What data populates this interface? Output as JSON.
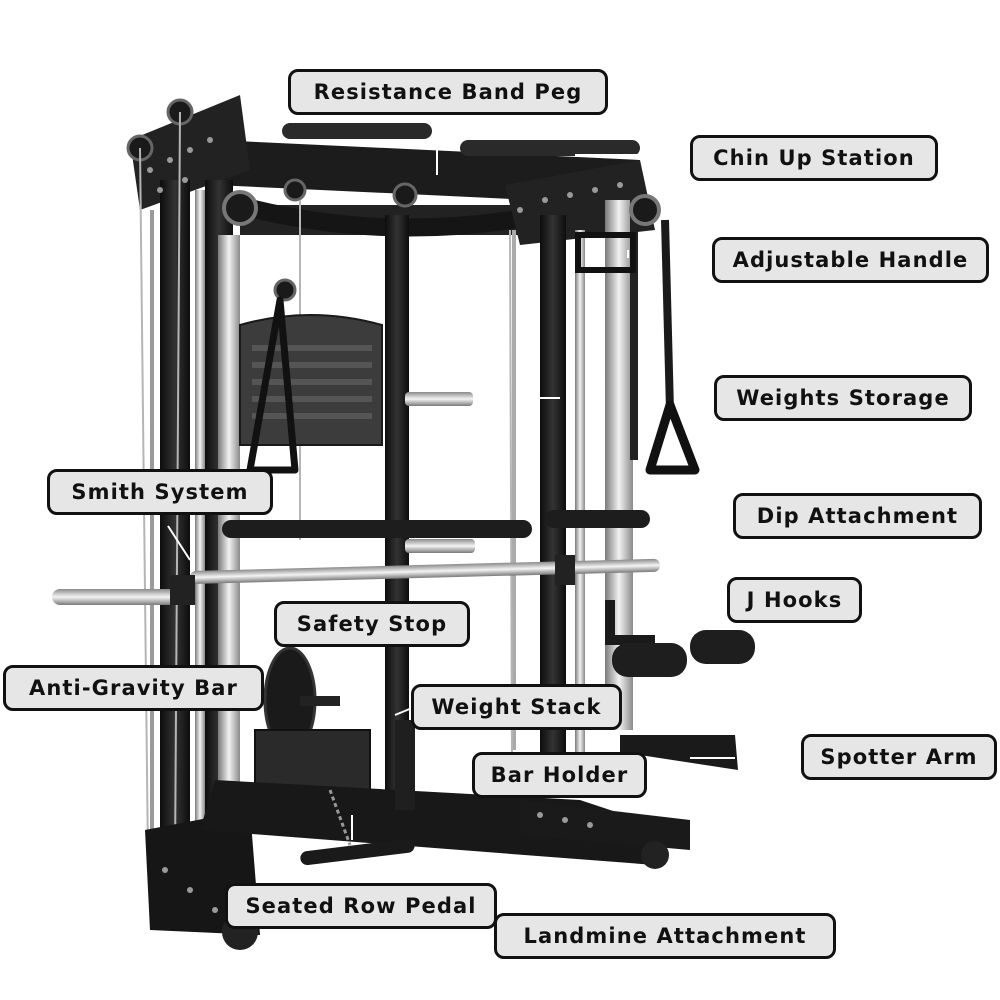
{
  "diagram": {
    "labels": {
      "resistance_band_peg": "Resistance Band Peg",
      "chin_up_station": "Chin Up Station",
      "adjustable_handle": "Adjustable Handle",
      "weights_storage": "Weights Storage",
      "smith_system": "Smith System",
      "dip_attachment": "Dip Attachment",
      "j_hooks": "J Hooks",
      "safety_stop": "Safety Stop",
      "anti_gravity_bar": "Anti-Gravity Bar",
      "weight_stack": "Weight Stack",
      "bar_holder": "Bar Holder",
      "spotter_arm": "Spotter Arm",
      "seated_row_pedal": "Seated Row Pedal",
      "landmine_attachment": "Landmine Attachment"
    },
    "colors": {
      "frame": "#1e1e1e",
      "frame_dark": "#111111",
      "chrome": "#c9c9c9",
      "label_bg": "#e6e6e6",
      "label_border": "#111111"
    }
  }
}
